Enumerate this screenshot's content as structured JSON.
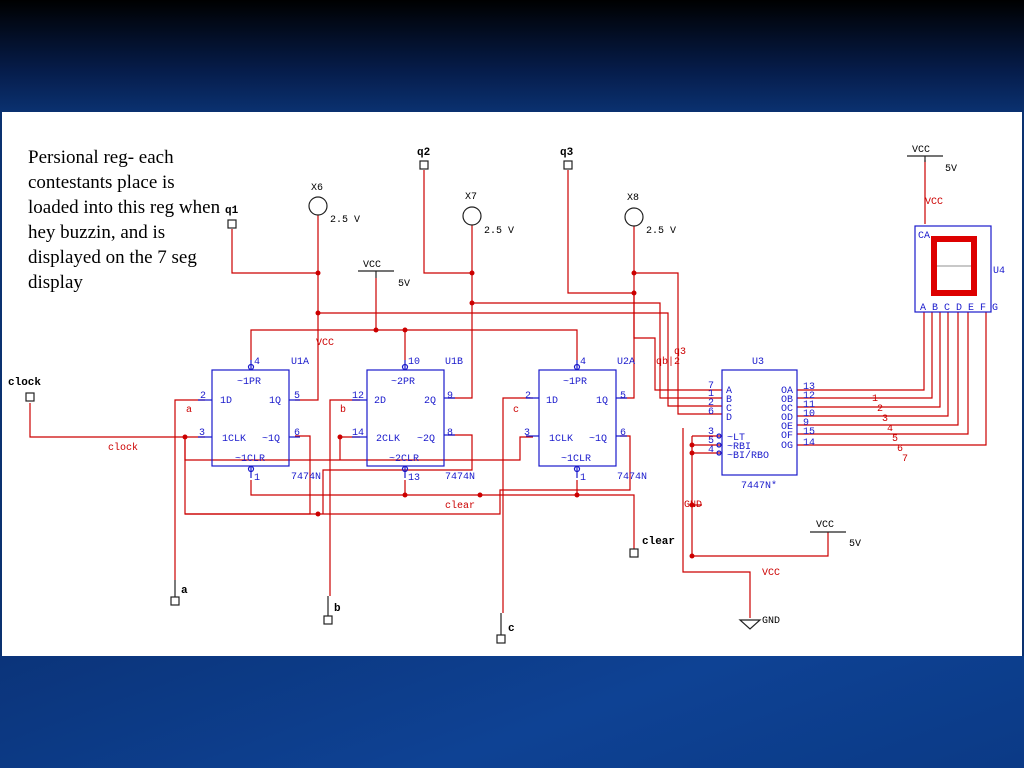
{
  "caption": "Persional reg- each contestants place is loaded into this reg when hey buzzin, and is displayed on the 7 seg display",
  "inputs": {
    "clock": "clock",
    "clear": "clear"
  },
  "outputs": {
    "q1": "q1",
    "q2": "q2",
    "q3": "q3",
    "a": "a",
    "b": "b",
    "c": "c"
  },
  "probes": [
    {
      "name": "X6",
      "voltage": "2.5 V"
    },
    {
      "name": "X7",
      "voltage": "2.5 V"
    },
    {
      "name": "X8",
      "voltage": "2.5 V"
    }
  ],
  "power": {
    "vcc": "VCC",
    "v5": "5V",
    "gnd": "GND"
  },
  "flipflops": [
    {
      "ref": "U1A",
      "part": "7474N",
      "pr": "~1PR",
      "d": "1D",
      "q": "1Q",
      "clk": "1CLK",
      "nq": "~1Q",
      "clr": "~1CLR",
      "pin_pr": "4",
      "pin_d": "2",
      "pin_clk": "3",
      "pin_q": "5",
      "pin_nq": "6",
      "pin_clr": "1",
      "net": "a"
    },
    {
      "ref": "U1B",
      "part": "7474N",
      "pr": "~2PR",
      "d": "2D",
      "q": "2Q",
      "clk": "2CLK",
      "nq": "~2Q",
      "clr": "~2CLR",
      "pin_pr": "10",
      "pin_d": "12",
      "pin_clk": "14",
      "pin_q": "9",
      "pin_nq": "8",
      "pin_clr": "13",
      "net": "b"
    },
    {
      "ref": "U2A",
      "part": "7474N",
      "pr": "~1PR",
      "d": "1D",
      "q": "1Q",
      "clk": "1CLK",
      "nq": "~1Q",
      "clr": "~1CLR",
      "pin_pr": "4",
      "pin_d": "2",
      "pin_clk": "3",
      "pin_q": "5",
      "pin_nq": "6",
      "pin_clr": "1",
      "net": "c"
    }
  ],
  "decoder": {
    "ref": "U3",
    "part": "7447N*",
    "inputs": [
      {
        "name": "A",
        "pin": "7"
      },
      {
        "name": "B",
        "pin": "1"
      },
      {
        "name": "C",
        "pin": "2"
      },
      {
        "name": "D",
        "pin": "6"
      }
    ],
    "controls": [
      {
        "name": "~LT",
        "pin": "3"
      },
      {
        "name": "~RBI",
        "pin": "5"
      },
      {
        "name": "~BI/RBO",
        "pin": "4"
      }
    ],
    "outputs": [
      {
        "name": "OA",
        "pin": "13"
      },
      {
        "name": "OB",
        "pin": "12"
      },
      {
        "name": "OC",
        "pin": "11"
      },
      {
        "name": "OD",
        "pin": "10"
      },
      {
        "name": "OE",
        "pin": "9"
      },
      {
        "name": "OF",
        "pin": "15"
      },
      {
        "name": "OG",
        "pin": "14"
      }
    ]
  },
  "display": {
    "ref": "U4",
    "ca": "CA",
    "segments": "A B C D E F G",
    "digit": "0",
    "segment_color": "#dd0000"
  },
  "net_labels": {
    "q3": "q3",
    "qbq2": "qb|2",
    "seg": [
      "1",
      "2",
      "3",
      "4",
      "5",
      "6",
      "7"
    ]
  },
  "colors": {
    "wire": "#cc0000",
    "component": "#1a1acc",
    "panel": "#ffffff"
  }
}
